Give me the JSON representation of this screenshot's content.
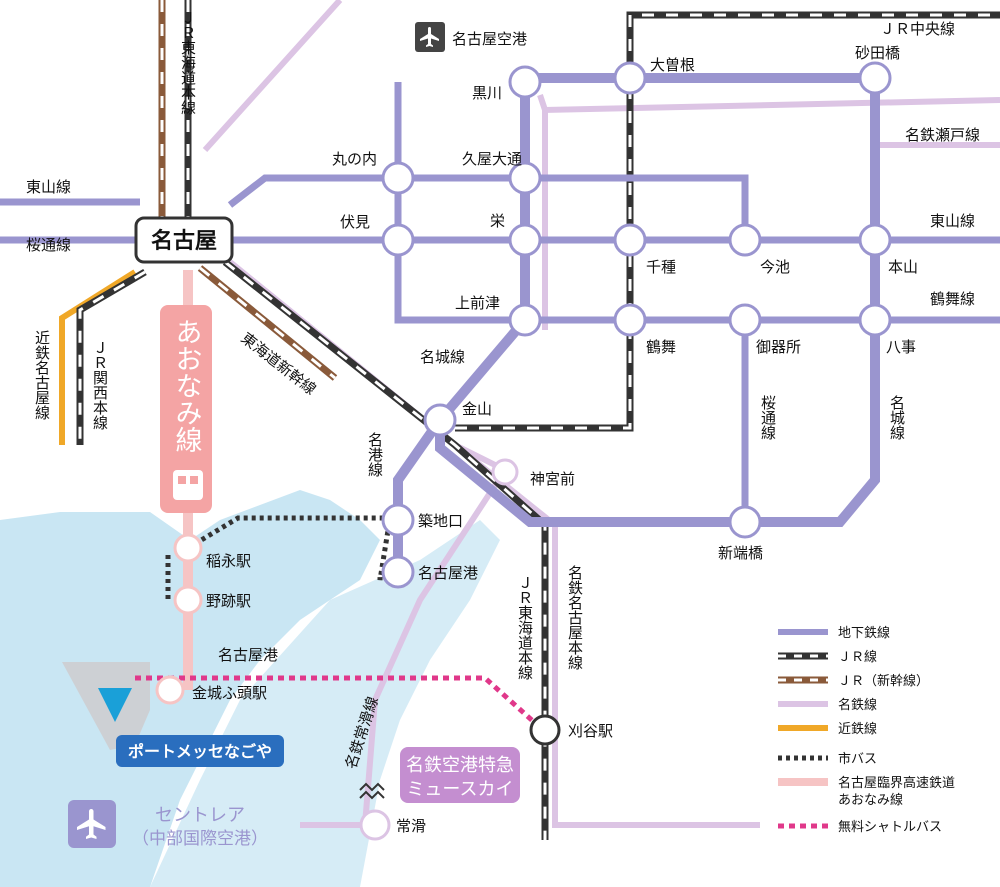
{
  "title_hub": "名古屋",
  "airport_label": "名古屋空港",
  "lines": {
    "jr_tokaido_n": "ＪＲ東海道本線",
    "jr_tokaido_s": "ＪＲ東海道本線",
    "jr_chuo": "ＪＲ中央線",
    "jr_kansai": "ＪＲ関西本線",
    "kintetsu": "近鉄名古屋線",
    "higashiyama_w": "東山線",
    "sakuradori_w": "桜通線",
    "higashiyama_e": "東山線",
    "meitetsu_seto": "名鉄瀬戸線",
    "tsurumai": "鶴舞線",
    "shinkansen": "東海道新幹線",
    "meijo_w": "名城線",
    "meijo_e": "名城線",
    "meiko": "名港線",
    "sakuradori_s": "桜通線",
    "meitetsu_nagoya": "名鉄名古屋本線",
    "meitetsu_tokoname": "名鉄常滑線",
    "aonami": "あおなみ線"
  },
  "stations": {
    "kurokawa": "黒川",
    "ozone": "大曽根",
    "sunadabashi": "砂田橋",
    "marunouchi": "丸の内",
    "hisaya": "久屋大通",
    "fushimi": "伏見",
    "sakae": "栄",
    "chikusa": "千種",
    "imaike": "今池",
    "motoyama": "本山",
    "kamimaezu": "上前津",
    "tsurumai_st": "鶴舞",
    "gokiso": "御器所",
    "yagoto": "八事",
    "kanayama": "金山",
    "jingumae": "神宮前",
    "tsukiji": "築地口",
    "nagoyako": "名古屋港",
    "aratama": "新端橋",
    "inae": "稲永駅",
    "noseki": "野跡駅",
    "nagoyako_area": "名古屋港",
    "kinjo": "金城ふ頭駅",
    "kariya": "刈谷駅",
    "tokoname": "常滑"
  },
  "venue": "ポートメッセなごや",
  "mu_sky": {
    "line1": "名鉄空港特急",
    "line2": "ミュースカイ"
  },
  "centrair": {
    "line1": "セントレア",
    "line2": "（中部国際空港）"
  },
  "legend": [
    {
      "key": "subway",
      "label": "地下鉄線",
      "color": "#9a95cf"
    },
    {
      "key": "jr",
      "label": "ＪＲ線",
      "color": "#333333"
    },
    {
      "key": "shinkansen",
      "label": "ＪＲ（新幹線）",
      "color": "#8a5a3a"
    },
    {
      "key": "meitetsu",
      "label": "名鉄線",
      "color": "#dcc4e4"
    },
    {
      "key": "kintetsu",
      "label": "近鉄線",
      "color": "#f0a828"
    },
    {
      "key": "bus",
      "label": "市バス",
      "color": "#333333"
    },
    {
      "key": "aonami",
      "label1": "名古屋臨界高速鉄道",
      "label2": "あおなみ線",
      "color": "#f6c4c4"
    },
    {
      "key": "shuttle",
      "label": "無料シャトルバス",
      "color": "#e0388a"
    }
  ]
}
